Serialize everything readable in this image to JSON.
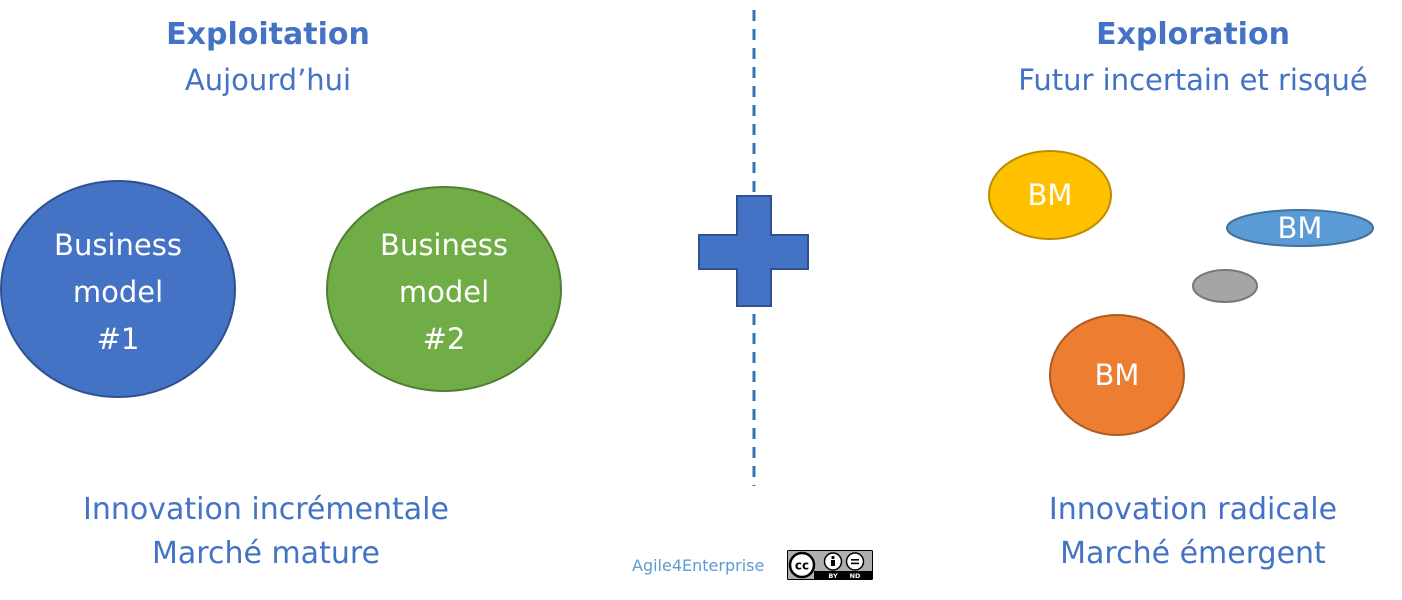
{
  "left": {
    "title": "Exploitation",
    "subtitle": "Aujourd’hui",
    "bm1": {
      "line1": "Business",
      "line2": "model",
      "line3": "#1"
    },
    "bm2": {
      "line1": "Business",
      "line2": "model",
      "line3": "#2"
    },
    "bottom_line1": "Innovation incrémentale",
    "bottom_line2": "Marché mature"
  },
  "right": {
    "title": "Exploration",
    "subtitle": "Futur incertain et risqué",
    "bm_yellow": "BM",
    "bm_blue": "BM",
    "bm_orange": "BM",
    "bottom_line1": "Innovation radicale",
    "bottom_line2": "Marché émergent"
  },
  "footer": {
    "brand": "Agile4Enterprise",
    "license_cc": "cc",
    "license_by": "BY",
    "license_nd": "ND"
  },
  "colors": {
    "text_blue": "#4472C4",
    "bm1_fill": "#4472C4",
    "bm2_fill": "#70AD47",
    "bm_yellow_fill": "#FFC000",
    "bm_blue_fill": "#5B9BD5",
    "bm_gray_fill": "#A5A5A5",
    "bm_orange_fill": "#ED7D31",
    "plus_fill": "#4472C4",
    "divider": "#2E75B6"
  },
  "icons": {
    "plus": "plus-icon",
    "license": "cc-by-nd-icon"
  }
}
